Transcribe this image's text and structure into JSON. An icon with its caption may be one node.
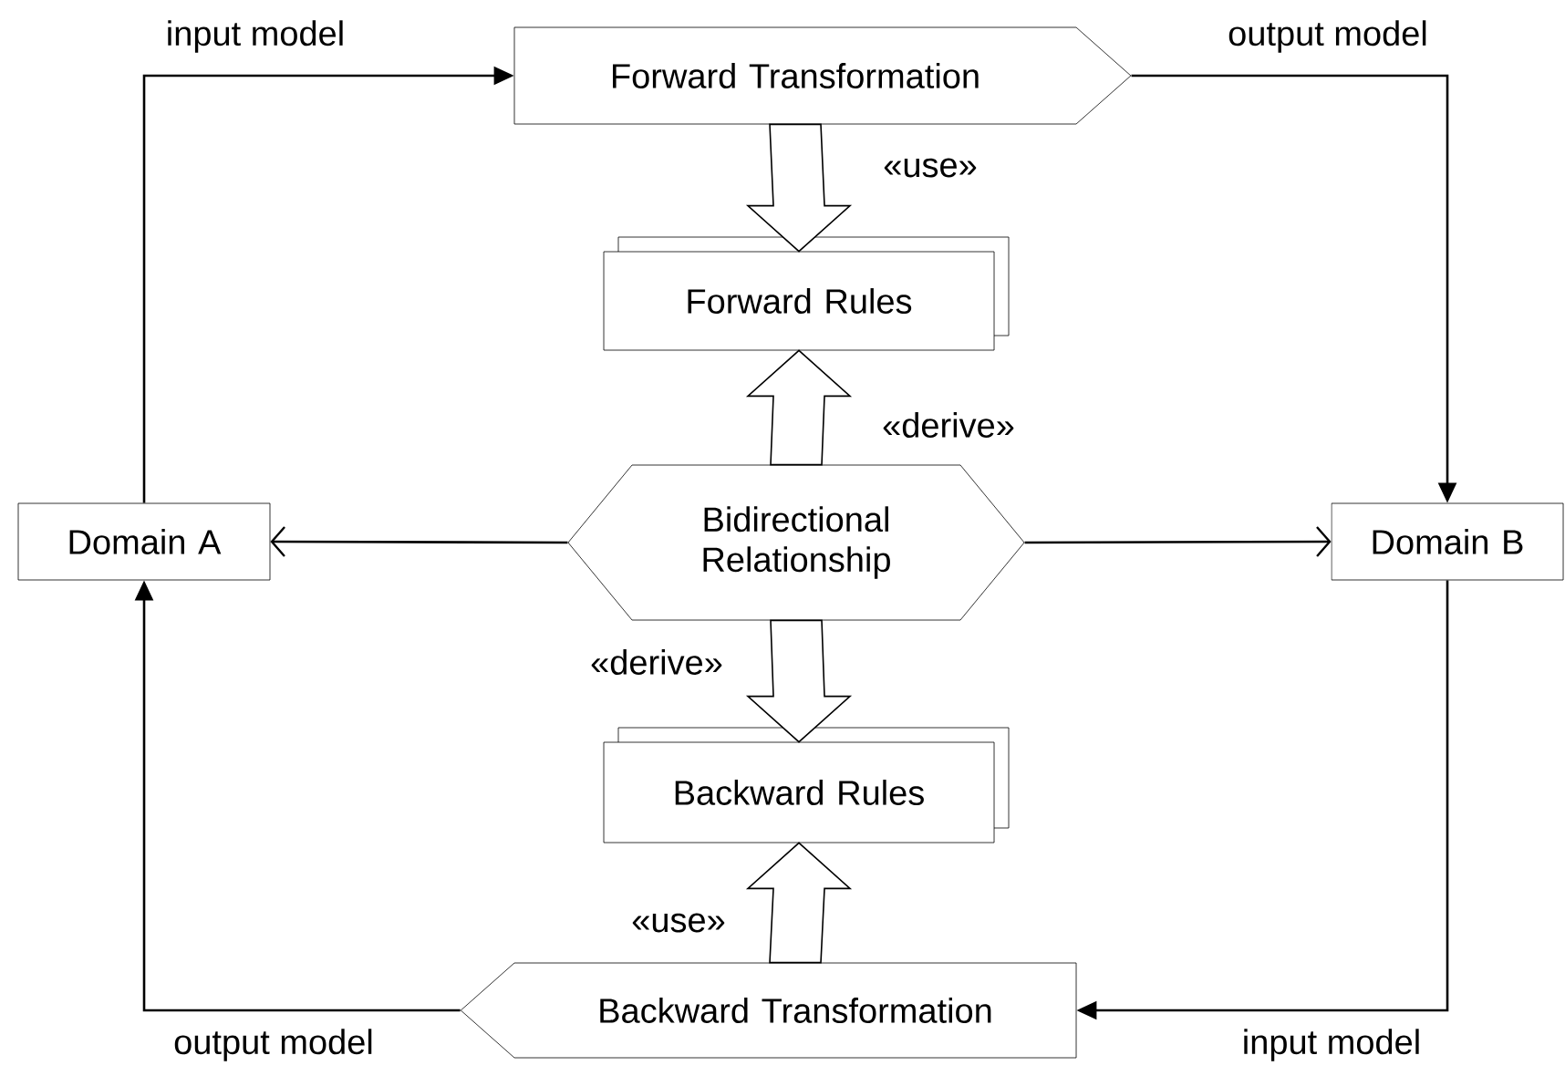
{
  "diagram": {
    "nodes": [
      {
        "text": [
          "Forward Transformation"
        ]
      },
      {
        "text": [
          "Forward Rules"
        ]
      },
      {
        "text": [
          "Bidirectional Relationship"
        ]
      },
      {
        "text": [
          "Domain A"
        ]
      },
      {
        "text": [
          "Domain B"
        ]
      },
      {
        "text": [
          "Backward Rules"
        ]
      },
      {
        "text": [
          "Backward Transformation"
        ]
      }
    ],
    "edges": [
      {
        "from": 3,
        "to": 0,
        "arrow": "to",
        "label": "input model"
      },
      {
        "from": 0,
        "to": 4,
        "arrow": "to",
        "label": "output model"
      },
      {
        "from": 0,
        "to": 1,
        "arrow": "to",
        "label": "«use»",
        "style": "thick"
      },
      {
        "from": 2,
        "to": 1,
        "arrow": "to",
        "label": "«derive»",
        "style": "thick"
      },
      {
        "from": 2,
        "to": 3,
        "arrow": "to"
      },
      {
        "from": 2,
        "to": 4,
        "arrow": "to"
      },
      {
        "from": 2,
        "to": 5,
        "arrow": "to",
        "label": "«derive»",
        "style": "thick"
      },
      {
        "from": 6,
        "to": 5,
        "arrow": "to",
        "label": "«use»",
        "style": "thick"
      },
      {
        "from": 4,
        "to": 6,
        "arrow": "to",
        "label": "input model"
      },
      {
        "from": 6,
        "to": 3,
        "arrow": "to",
        "label": "output model"
      }
    ]
  }
}
